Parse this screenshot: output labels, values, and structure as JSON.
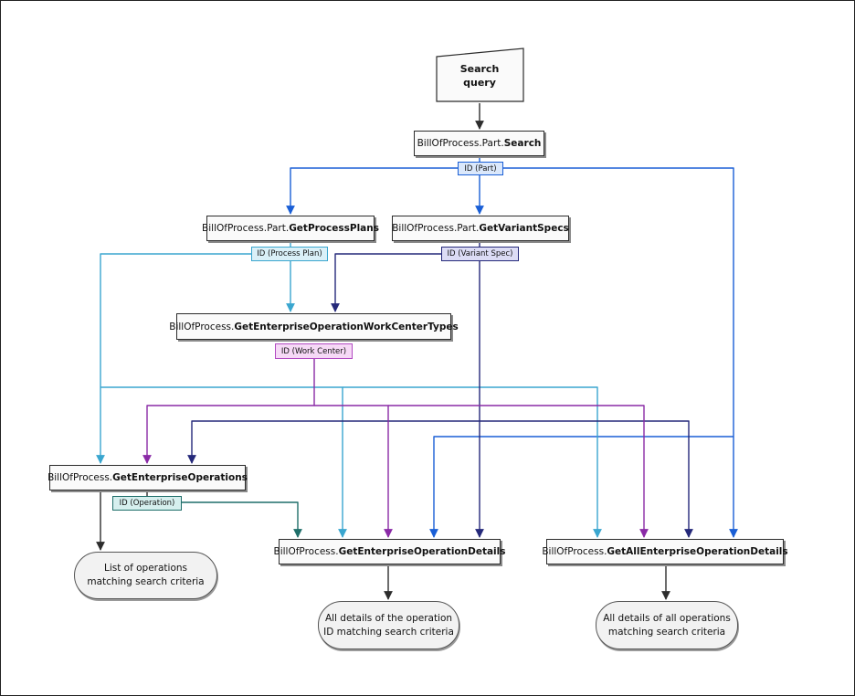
{
  "colors": {
    "black": "#2d2d2d",
    "blue": "#1a5fd6",
    "light_blue": "#3aa6cf",
    "navy": "#25297a",
    "purple": "#8a2aa6",
    "teal": "#1f6f6a"
  },
  "query": {
    "line1": "Search",
    "line2": "query"
  },
  "nodes": {
    "part_search": {
      "prefix": "BillOfProcess.Part.",
      "method": "Search"
    },
    "get_process_plans": {
      "prefix": "BillOfProcess.Part.",
      "method": "GetProcessPlans"
    },
    "get_variant_specs": {
      "prefix": "BillOfProcess.Part.",
      "method": "GetVariantSpecs"
    },
    "get_wc_types": {
      "prefix": "BillOfProcess.",
      "method": "GetEnterpriseOperationWorkCenterTypes"
    },
    "get_ops": {
      "prefix": "BillOfProcess.",
      "method": "GetEnterpriseOperations"
    },
    "get_op_details": {
      "prefix": "BillOfProcess.",
      "method": "GetEnterpriseOperationDetails"
    },
    "get_all_op_details": {
      "prefix": "BillOfProcess.",
      "method": "GetAllEnterpriseOperationDetails"
    }
  },
  "tags": {
    "id_part": {
      "text": "ID (Part)",
      "bg": "#dbe8fb",
      "border": "#1a5fd6"
    },
    "id_process_plan": {
      "text": "ID (Process Plan)",
      "bg": "#daf0f8",
      "border": "#3aa6cf"
    },
    "id_variant_spec": {
      "text": "ID (Variant Spec)",
      "bg": "#dcdcf5",
      "border": "#25297a"
    },
    "id_work_center": {
      "text": "ID (Work Center)",
      "bg": "#f6d9f6",
      "border": "#b24ac2"
    },
    "id_operation": {
      "text": "ID (Operation)",
      "bg": "#d6efee",
      "border": "#1f6f6a"
    }
  },
  "outputs": {
    "ops_list": {
      "line1": "List of operations",
      "line2": "matching search criteria"
    },
    "op_details": {
      "line1": "All details of the operation",
      "line2": "ID matching search criteria"
    },
    "all_op_details": {
      "line1": "All details of all operations",
      "line2": "matching search criteria"
    }
  }
}
